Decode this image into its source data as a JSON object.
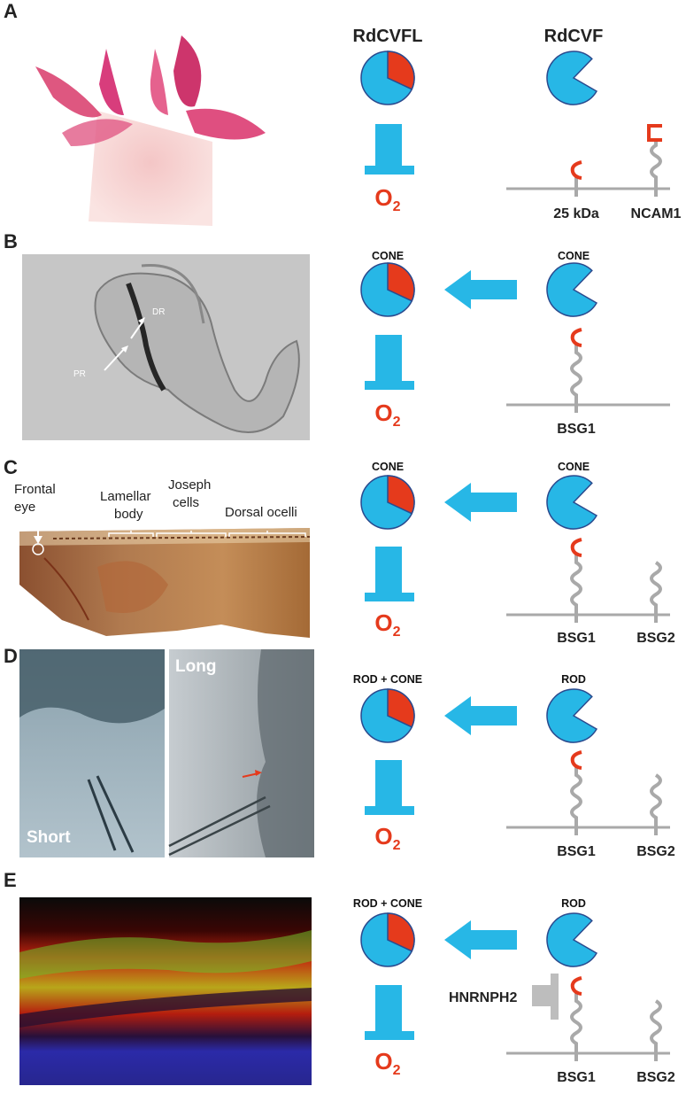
{
  "colors": {
    "protein_blue": "#27b7e6",
    "outline_navy": "#2a4a8e",
    "loop_red": "#e53a1c",
    "receptor_gray": "#a9a9a9",
    "inhibitor_gray": "#bdbdbd"
  },
  "column_headers": {
    "rdcvfl": "RdCVFL",
    "rdcvf": "RdCVF"
  },
  "oxygen": {
    "symbol": "O",
    "subscript": "2"
  },
  "icons": [
    "pie-rdcvfl",
    "pie-rdcvf",
    "receptor-blocker",
    "thioredoxin-loop",
    "transmembrane-receptor",
    "left-arrow"
  ],
  "panels": {
    "A": {
      "letter": "A",
      "receptor_labels": [
        "25 kDa",
        "NCAM1"
      ]
    },
    "B": {
      "letter": "B",
      "left_cell": "CONE",
      "right_cell": "CONE",
      "image_labels": [
        "DR",
        "PR"
      ],
      "receptor_labels": [
        "BSG1"
      ]
    },
    "C": {
      "letter": "C",
      "left_cell": "CONE",
      "right_cell": "CONE",
      "image_labels": {
        "frontal_eye": [
          "Frontal",
          "eye"
        ],
        "lamellar_body": [
          "Lamellar",
          "body"
        ],
        "joseph_cells": [
          "Joseph",
          "cells"
        ],
        "dorsal_ocelli": "Dorsal ocelli"
      },
      "receptor_labels": [
        "BSG1",
        "BSG2"
      ]
    },
    "D": {
      "letter": "D",
      "left_cell": "ROD + CONE",
      "right_cell": "ROD",
      "image_labels": [
        "Short",
        "Long"
      ],
      "receptor_labels": [
        "BSG1",
        "BSG2"
      ]
    },
    "E": {
      "letter": "E",
      "left_cell": "ROD + CONE",
      "right_cell": "ROD",
      "inhibitor": "HNRNPH2",
      "receptor_labels": [
        "BSG1",
        "BSG2"
      ]
    }
  }
}
